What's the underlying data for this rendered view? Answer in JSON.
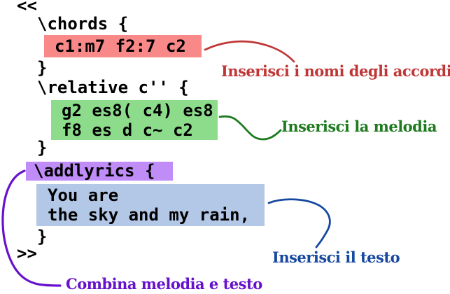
{
  "code": {
    "open_angle": "<<",
    "chords_open": "\\chords {",
    "chord_names": "c1:m7 f2:7 c2",
    "close_brace_1": "}",
    "relative_open": "\\relative c'' {",
    "melody_line_1": "g2 es8( c4) es8",
    "melody_line_2": "f8 es d c~ c2",
    "close_brace_2": "}",
    "addlyrics_open": "\\addlyrics {",
    "lyrics_line_1": "You are",
    "lyrics_line_2": "the sky and my rain,",
    "close_brace_3": "}",
    "close_angle": ">>"
  },
  "highlights": {
    "chords_bg": "#f98888",
    "melody_bg": "#8cdc8c",
    "addlyrics_bg": "#c08cf8",
    "lyrics_bg": "#b3c7e6"
  },
  "annotations": {
    "chords": {
      "label": "Inserisci i nomi degli accordi",
      "color": "#c03636"
    },
    "melody": {
      "label": "Inserisci la melodia",
      "color": "#1e7a1e"
    },
    "lyrics": {
      "label": "Inserisci il testo",
      "color": "#16489e"
    },
    "combine": {
      "label": "Combina melodia e testo",
      "color": "#6612cc"
    }
  }
}
